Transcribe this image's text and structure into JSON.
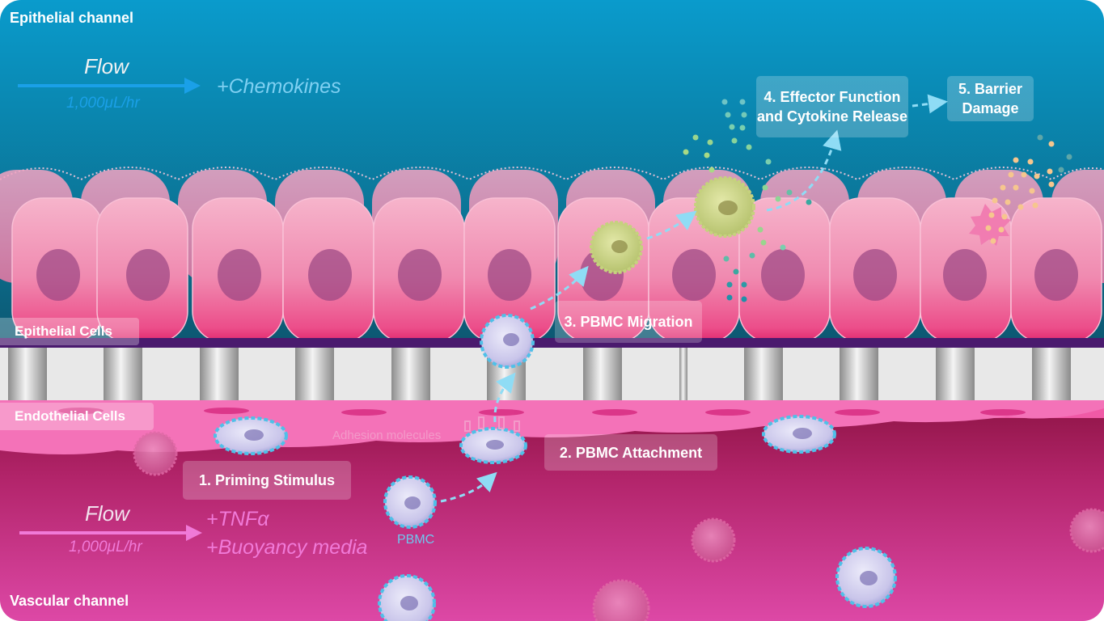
{
  "channels": {
    "epithelial": "Epithelial channel",
    "vascular": "Vascular channel"
  },
  "epithelial_flow": {
    "title": "Flow",
    "rate": "1,000μL/hr",
    "agent": "+Chemokines"
  },
  "vascular_flow": {
    "title": "Flow",
    "rate": "1,000μL/hr",
    "agents": [
      "+TNFα",
      "+Buoyancy media"
    ]
  },
  "layers": {
    "epithelial": "Epithelial Cells",
    "endothelial": "Endothelial Cells"
  },
  "steps": [
    "1. Priming Stimulus",
    "2. PBMC Attachment",
    "3. PBMC Migration",
    "4. Effector Function and Cytokine Release",
    "5. Barrier Damage"
  ],
  "annotations": {
    "adhesion": "Adhesion molecules",
    "pbmc": "PBMC"
  },
  "colors": {
    "epithelial_channel_top": "#0a97c9",
    "epithelial_channel_bottom": "#0b5f7a",
    "epithelial_cell": "#f290b4",
    "membrane": "#e6e6e6",
    "vascular_top": "#a01850",
    "vascular_bottom": "#db4aa3",
    "pbmc": "#d9d6f2",
    "activated_cell": "#c9d27a",
    "flow_arrow_epithelial": "#1aa0e8",
    "flow_arrow_vascular": "#f07ad8",
    "step_arrow": "#8fdcf5"
  }
}
